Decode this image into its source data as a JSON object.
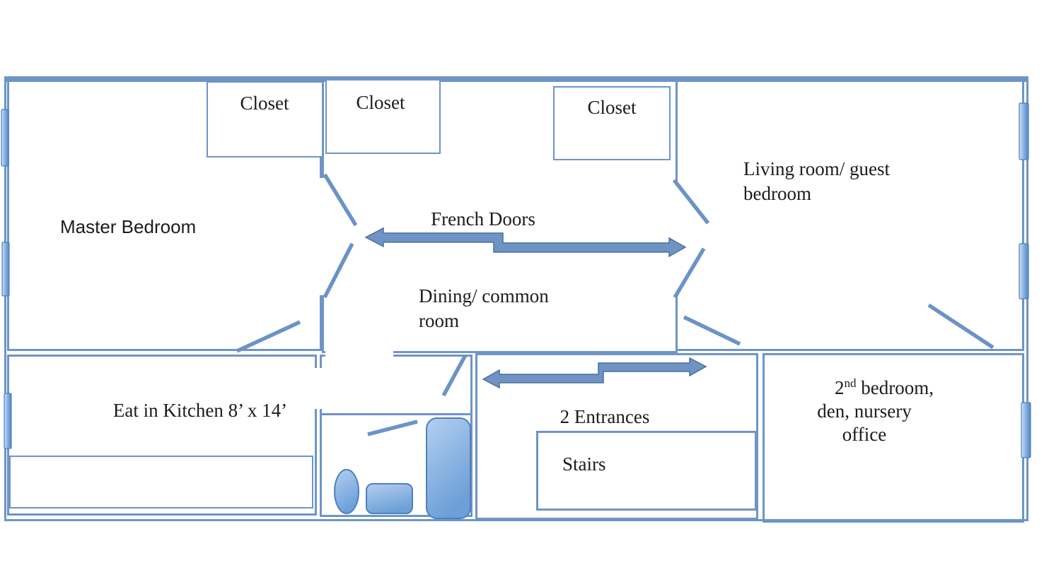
{
  "palette": {
    "wall": "#6e95c5",
    "wall_dark": "#5f88bb",
    "swing": "#6b93c6",
    "arrow_fill": "#6f93c2",
    "arrow_stroke": "#4a6f9e",
    "fixture_stroke": "#4f80bd",
    "fixture_light": "#b3d0ef",
    "fixture_dark": "#6d9fd8",
    "text": "#1c1c1c"
  },
  "labels": {
    "closet_master": "Closet",
    "closet_dining": "Closet",
    "closet_living": "Closet",
    "master_bedroom": "Master Bedroom",
    "french_doors": "French Doors",
    "dining_line1": "Dining/ common",
    "dining_line2": "room",
    "living_line1": "Living room/ guest",
    "living_line2": "bedroom",
    "kitchen": "Eat in Kitchen 8’ x 14’",
    "entrances": "2 Entrances",
    "stairs": "Stairs",
    "bedroom2_num": "2",
    "bedroom2_sup": "nd",
    "bedroom2_rest": " bedroom,",
    "bedroom2_line2": "den, nursery",
    "bedroom2_line3": "office"
  }
}
